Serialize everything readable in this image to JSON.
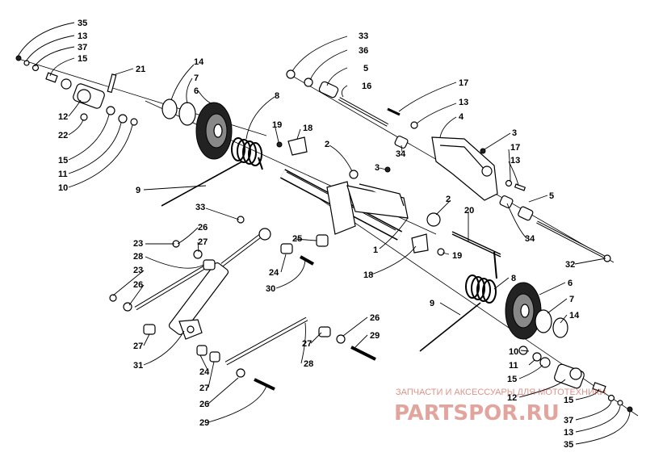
{
  "callouts": [
    {
      "id": "c35a",
      "text": "35"
    },
    {
      "id": "c13a",
      "text": "13"
    },
    {
      "id": "c37a",
      "text": "37"
    },
    {
      "id": "c15a",
      "text": "15"
    },
    {
      "id": "c21",
      "text": "21"
    },
    {
      "id": "c14a",
      "text": "14"
    },
    {
      "id": "c7a",
      "text": "7"
    },
    {
      "id": "c6a",
      "text": "6"
    },
    {
      "id": "c12a",
      "text": "12"
    },
    {
      "id": "c22",
      "text": "22"
    },
    {
      "id": "c15b",
      "text": "15"
    },
    {
      "id": "c11a",
      "text": "11"
    },
    {
      "id": "c10a",
      "text": "10"
    },
    {
      "id": "c8a",
      "text": "8"
    },
    {
      "id": "c9a",
      "text": "9"
    },
    {
      "id": "c19a",
      "text": "19"
    },
    {
      "id": "c18a",
      "text": "18"
    },
    {
      "id": "c33a",
      "text": "33"
    },
    {
      "id": "c36",
      "text": "36"
    },
    {
      "id": "c5a",
      "text": "5"
    },
    {
      "id": "c16",
      "text": "16"
    },
    {
      "id": "c17a",
      "text": "17"
    },
    {
      "id": "c13b",
      "text": "13"
    },
    {
      "id": "c4",
      "text": "4"
    },
    {
      "id": "c3a",
      "text": "3"
    },
    {
      "id": "c17b",
      "text": "17"
    },
    {
      "id": "c13c",
      "text": "13"
    },
    {
      "id": "c34a",
      "text": "34"
    },
    {
      "id": "c2a",
      "text": "2"
    },
    {
      "id": "c3b",
      "text": "3"
    },
    {
      "id": "c5b",
      "text": "5"
    },
    {
      "id": "c34b",
      "text": "34"
    },
    {
      "id": "c32",
      "text": "32"
    },
    {
      "id": "c2b",
      "text": "2"
    },
    {
      "id": "c20",
      "text": "20"
    },
    {
      "id": "c19b",
      "text": "19"
    },
    {
      "id": "c1",
      "text": "1"
    },
    {
      "id": "c18b",
      "text": "18"
    },
    {
      "id": "c33b",
      "text": "33"
    },
    {
      "id": "c26a",
      "text": "26"
    },
    {
      "id": "c27a",
      "text": "27"
    },
    {
      "id": "c23a",
      "text": "23"
    },
    {
      "id": "c28a",
      "text": "28"
    },
    {
      "id": "c25",
      "text": "25"
    },
    {
      "id": "c24a",
      "text": "24"
    },
    {
      "id": "c30",
      "text": "30"
    },
    {
      "id": "c23b",
      "text": "23"
    },
    {
      "id": "c26b",
      "text": "26"
    },
    {
      "id": "c27b",
      "text": "27"
    },
    {
      "id": "c31",
      "text": "31"
    },
    {
      "id": "c24b",
      "text": "24"
    },
    {
      "id": "c27c",
      "text": "27"
    },
    {
      "id": "c26c",
      "text": "26"
    },
    {
      "id": "c29a",
      "text": "29"
    },
    {
      "id": "c28b",
      "text": "28"
    },
    {
      "id": "c27d",
      "text": "27"
    },
    {
      "id": "c26d",
      "text": "26"
    },
    {
      "id": "c29b",
      "text": "29"
    },
    {
      "id": "c9b",
      "text": "9"
    },
    {
      "id": "c8b",
      "text": "8"
    },
    {
      "id": "c6b",
      "text": "6"
    },
    {
      "id": "c7b",
      "text": "7"
    },
    {
      "id": "c14b",
      "text": "14"
    },
    {
      "id": "c10b",
      "text": "10"
    },
    {
      "id": "c11b",
      "text": "11"
    },
    {
      "id": "c15c",
      "text": "15"
    },
    {
      "id": "c12b",
      "text": "12"
    },
    {
      "id": "c15d",
      "text": "15"
    },
    {
      "id": "c37b",
      "text": "37"
    },
    {
      "id": "c13d",
      "text": "13"
    },
    {
      "id": "c35b",
      "text": "35"
    }
  ],
  "watermark": {
    "caption": "ЗАПЧАСТИ И АКСЕССУАРЫ ДЛЯ МОТОТЕХНИКИ",
    "logo": "PARTSPOR.RU",
    "color": "#c0392b"
  }
}
